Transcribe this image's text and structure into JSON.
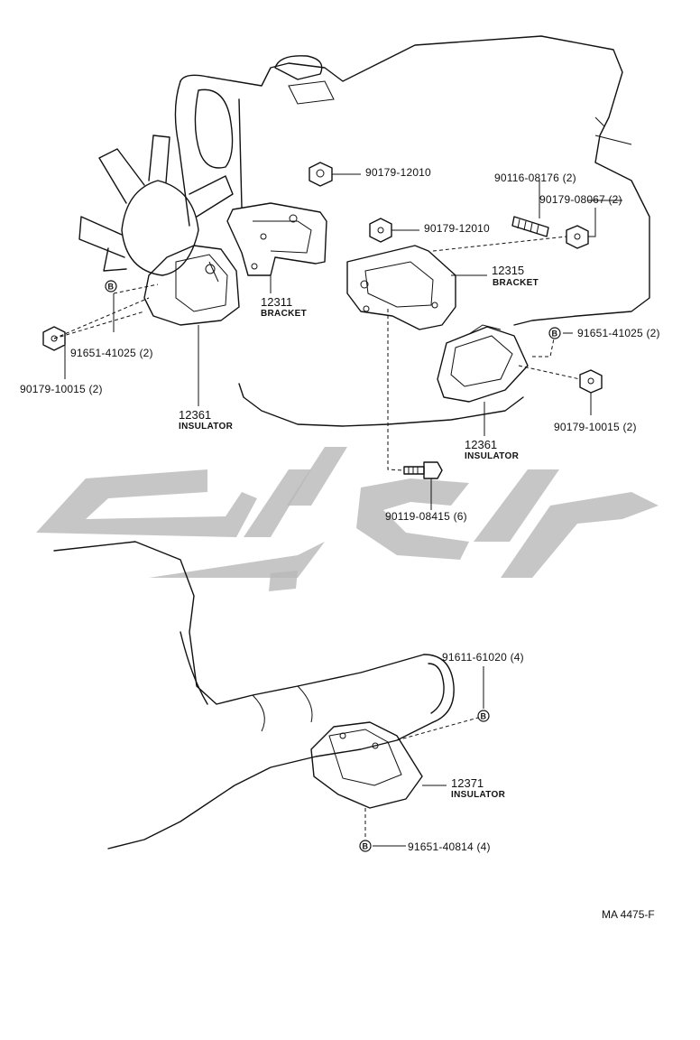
{
  "parts": {
    "nut_upper": "90179-12010",
    "nut_mid": "90179-12010",
    "stud_bolt": "90116-08176 (2)",
    "nut_stud": "90179-08067 (2)",
    "bracket_right_num": "12315",
    "bracket_right_name": "BRACKET",
    "bracket_left_num": "12311",
    "bracket_left_name": "BRACKET",
    "bolt_left": "91651-41025 (2)",
    "nut_left": "90179-10015 (2)",
    "insulator_left_num": "12361",
    "insulator_left_name": "INSULATOR",
    "bolt_right": "91651-41025 (2)",
    "nut_right": "90179-10015 (2)",
    "insulator_right_num": "12361",
    "insulator_right_name": "INSULATOR",
    "bolt_bottom_mid": "90119-08415 (6)",
    "bolt_rear_upper": "91611-61020 (4)",
    "insulator_rear_num": "12371",
    "insulator_rear_name": "INSULATOR",
    "bolt_rear_lower": "91651-40814 (4)"
  },
  "callout_letter": "B",
  "reference": "MA 4475-F",
  "colors": {
    "line": "#111111",
    "watermark": "#b8b8b8",
    "background": "#ffffff"
  }
}
